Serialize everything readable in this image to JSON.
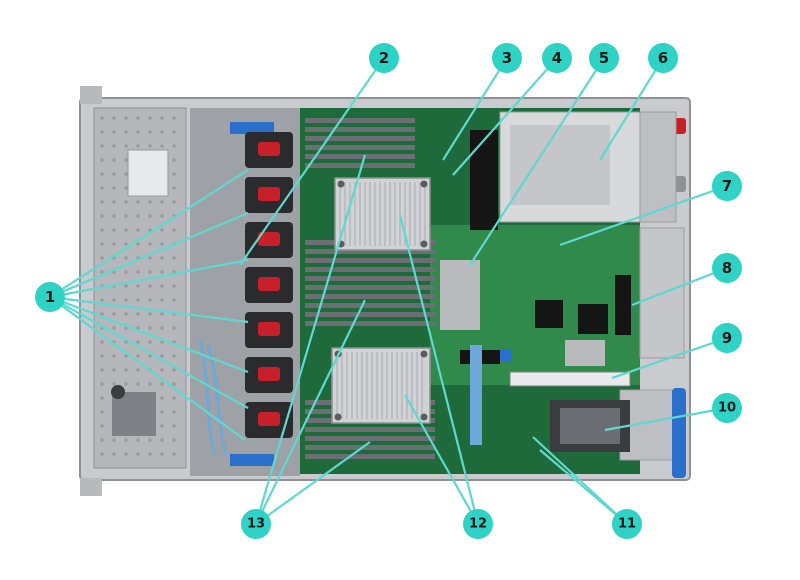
{
  "diagram": {
    "callouts": [
      {
        "id": 1,
        "label": "1"
      },
      {
        "id": 2,
        "label": "2"
      },
      {
        "id": 3,
        "label": "3"
      },
      {
        "id": 4,
        "label": "4"
      },
      {
        "id": 5,
        "label": "5"
      },
      {
        "id": 6,
        "label": "6"
      },
      {
        "id": 7,
        "label": "7"
      },
      {
        "id": 8,
        "label": "8"
      },
      {
        "id": 9,
        "label": "9"
      },
      {
        "id": 10,
        "label": "10"
      },
      {
        "id": 11,
        "label": "11"
      },
      {
        "id": 12,
        "label": "12"
      },
      {
        "id": 13,
        "label": "13"
      }
    ],
    "colors": {
      "callout_fill": "#2ed3c6",
      "leader_line": "#5fd8cf",
      "chassis": "#c9cbce",
      "chassis_dark": "#8e9196",
      "board": "#1f6a3a",
      "board_light": "#2f8a4c",
      "fan_body": "#2b2b2e",
      "fan_accent": "#c8202a",
      "dimm": "#6b6e72",
      "heatsink": "#d0d2d4",
      "psu": "#d8d9db",
      "tab_blue": "#2a6fc9"
    }
  }
}
